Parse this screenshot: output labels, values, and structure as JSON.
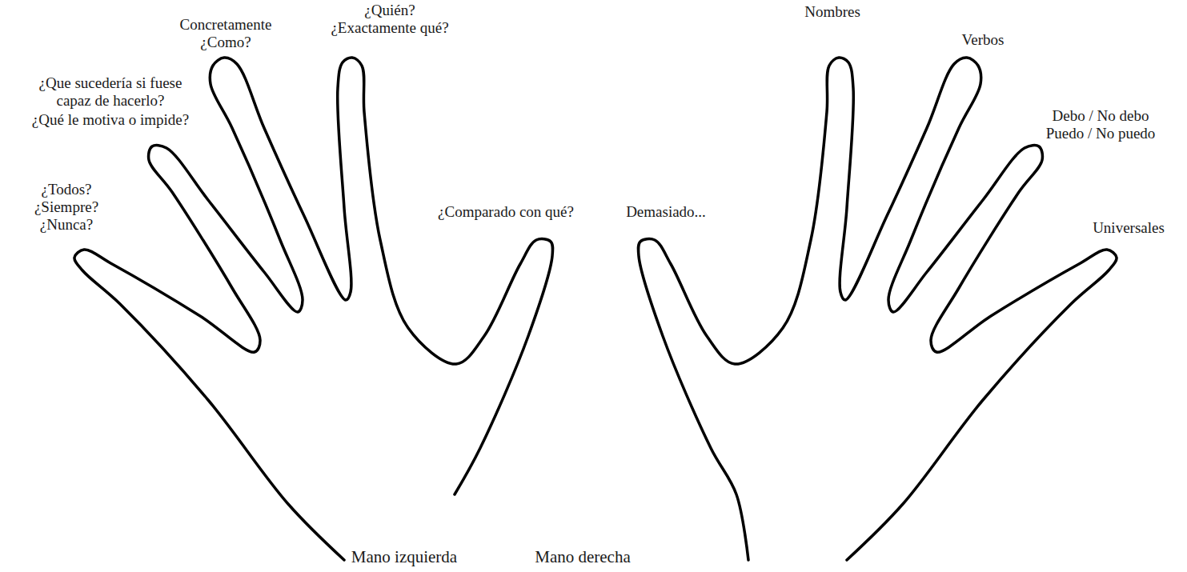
{
  "diagram": {
    "labels": [
      "¿Todos? ¿Siempre? ¿Nunca?",
      "¿Que sucedería si fuese capaz de hacerlo?",
      "¿Qué le motiva o impide?",
      "Concretamente ¿Como?",
      "¿Quién? ¿Exactamente qué?",
      "¿Comparado con qué?",
      "Mano izquierda",
      "Demasiado...",
      "Nombres",
      "Verbos",
      "Debo / No debo Puedo / No puedo",
      "Universales",
      "Mano derecha"
    ]
  }
}
